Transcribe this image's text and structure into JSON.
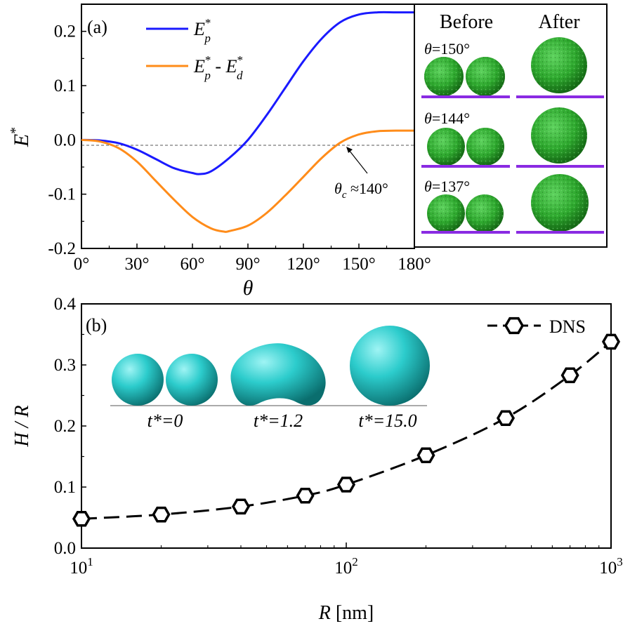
{
  "chart_data": [
    {
      "panel": "(a)",
      "type": "line",
      "xlabel": "θ",
      "ylabel": "E*",
      "xlim": [
        0,
        180
      ],
      "ylim": [
        -0.2,
        0.25
      ],
      "xticks": [
        0,
        30,
        60,
        90,
        120,
        150,
        180
      ],
      "xtick_labels": [
        "0°",
        "30°",
        "60°",
        "90°",
        "120°",
        "150°",
        "180°"
      ],
      "yticks": [
        -0.2,
        -0.1,
        0.0,
        0.1,
        0.2
      ],
      "ytick_labels": [
        "-0.2",
        "-0.1",
        "0.0",
        "0.1",
        "0.2"
      ],
      "legend_position": "top-left",
      "series": [
        {
          "name": "E_p*",
          "color": "#1a1aff",
          "x": [
            0,
            10,
            20,
            30,
            40,
            50,
            60,
            64,
            70,
            80,
            90,
            100,
            110,
            120,
            130,
            140,
            150,
            160,
            170,
            180
          ],
          "y": [
            0,
            -0.001,
            -0.006,
            -0.018,
            -0.035,
            -0.052,
            -0.061,
            -0.063,
            -0.058,
            -0.033,
            0.0,
            0.045,
            0.095,
            0.145,
            0.187,
            0.217,
            0.231,
            0.235,
            0.235,
            0.235
          ]
        },
        {
          "name": "E_p* - E_d*",
          "color": "#ff8c1a",
          "x": [
            0,
            10,
            20,
            30,
            40,
            50,
            60,
            70,
            77,
            80,
            90,
            100,
            110,
            120,
            130,
            140,
            150,
            160,
            170,
            180
          ],
          "y": [
            0,
            -0.003,
            -0.015,
            -0.04,
            -0.075,
            -0.11,
            -0.142,
            -0.163,
            -0.169,
            -0.168,
            -0.158,
            -0.135,
            -0.103,
            -0.068,
            -0.033,
            -0.005,
            0.01,
            0.016,
            0.017,
            0.017
          ]
        }
      ],
      "reference_line": {
        "y": 0,
        "style": "dashed"
      },
      "annotation": {
        "text": "θc ≈140°",
        "x": 140,
        "y": 0
      }
    },
    {
      "panel": "(b)",
      "type": "line",
      "xlabel": "R [nm]",
      "ylabel": "H / R",
      "xscale": "log",
      "xlim": [
        10,
        1000
      ],
      "ylim": [
        0.0,
        0.4
      ],
      "yticks": [
        0.0,
        0.1,
        0.2,
        0.3,
        0.4
      ],
      "ytick_labels": [
        "0.0",
        "0.1",
        "0.2",
        "0.3",
        "0.4"
      ],
      "legend_position": "top-right",
      "series": [
        {
          "name": "DNS",
          "marker": "hexagon",
          "line": "dashed",
          "x": [
            10,
            20,
            40,
            70,
            100,
            200,
            400,
            700,
            1000
          ],
          "y": [
            0.048,
            0.055,
            0.068,
            0.086,
            0.104,
            0.152,
            0.213,
            0.283,
            0.338
          ]
        }
      ]
    }
  ],
  "panel_a": {
    "label": "(a)",
    "legend": {
      "series1": {
        "main": "E",
        "sup": "*",
        "sub": "p"
      },
      "series2": {
        "main": "E",
        "sup": "*",
        "sub": "p",
        "minus": " - ",
        "main2": "E",
        "sup2": "*",
        "sub2": "d"
      }
    },
    "ylabel_main": "E",
    "ylabel_sup": "*",
    "xlabel": "θ",
    "annotation_theta": "θ",
    "annotation_sub": "c",
    "annotation_value": " ≈140°",
    "inset": {
      "col_before": "Before",
      "col_after": "After",
      "rows": [
        {
          "angle_label": "θ",
          "angle_value": "=150°"
        },
        {
          "angle_label": "θ",
          "angle_value": "=144°"
        },
        {
          "angle_label": "θ",
          "angle_value": "=137°"
        }
      ],
      "droplet_color": "#2ea82e",
      "substrate_color": "#8a2be2"
    }
  },
  "panel_b": {
    "label": "(b)",
    "legend_label": "DNS",
    "xtick_base": "10",
    "xtick_exponents": [
      "1",
      "2",
      "3"
    ],
    "xlabel_var": "R",
    "xlabel_unit": " [nm]",
    "ylabel": "H / R",
    "inset": {
      "labels": [
        "t*=0",
        "t*=1.2",
        "t*=15.0"
      ],
      "sphere_color": "#20c4c4"
    }
  }
}
